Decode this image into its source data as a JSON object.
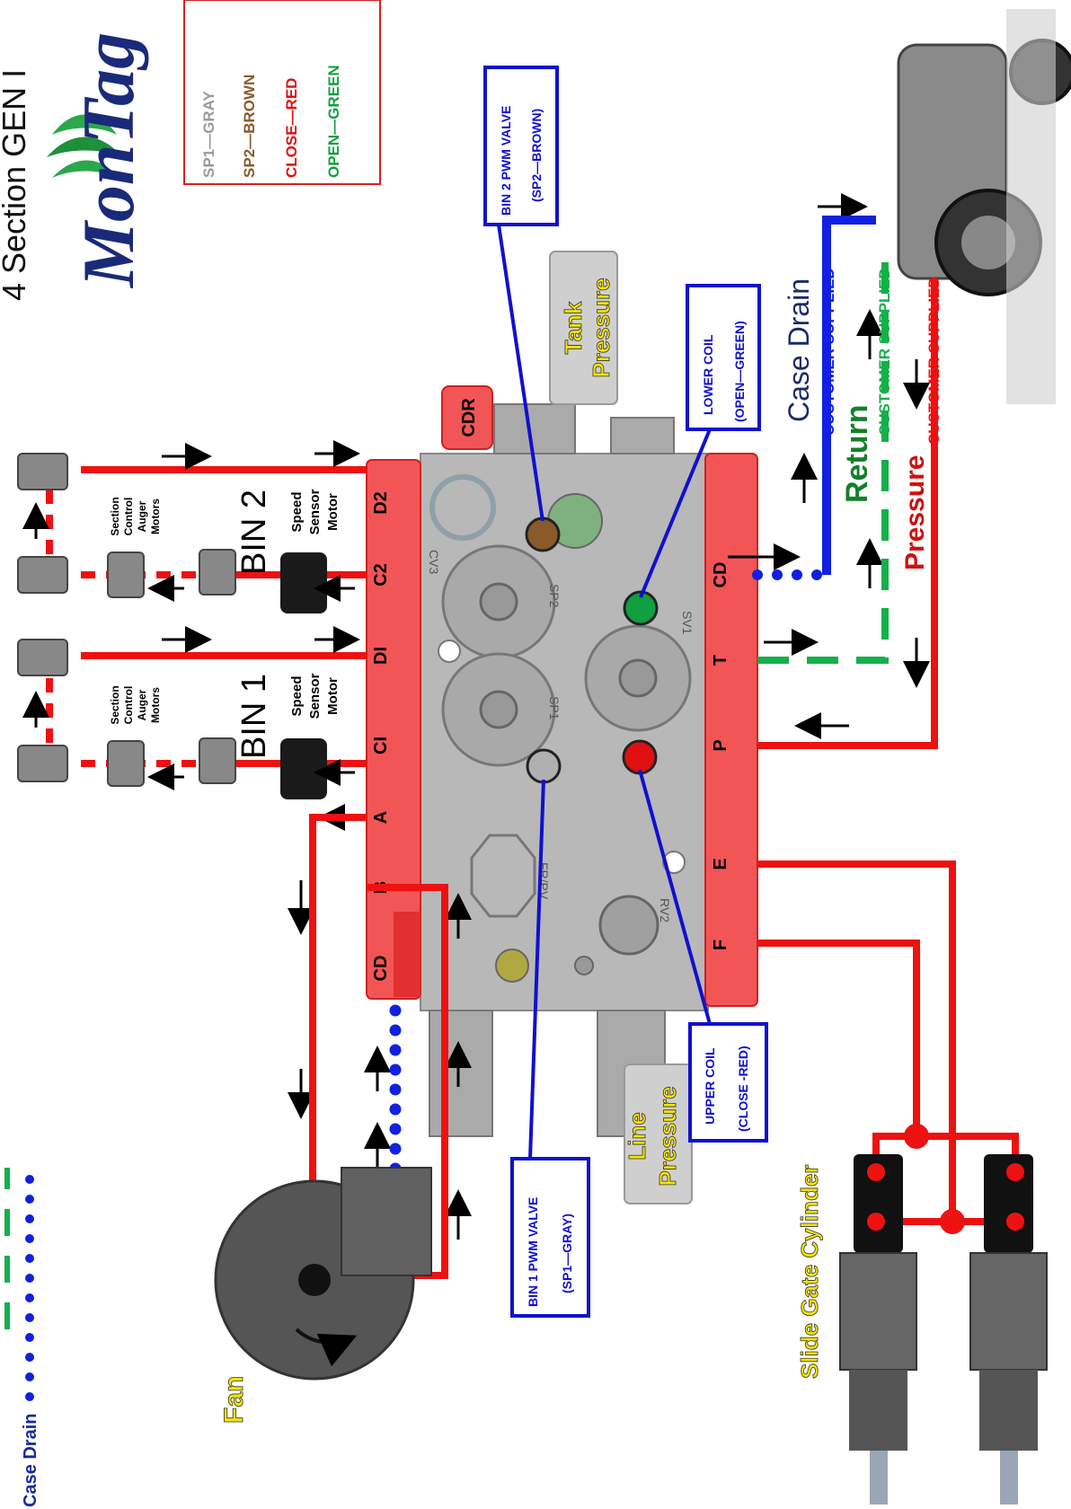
{
  "header": {
    "title": "4 Section GEN I",
    "logo_text": "MonTag"
  },
  "color_legend": {
    "items": [
      {
        "label": "SP1—GRAY",
        "color": "#9a9a9a"
      },
      {
        "label": "SP2—BROWN",
        "color": "#8b5a2b"
      },
      {
        "label": "CLOSE—RED",
        "color": "#e01010"
      },
      {
        "label": "OPEN—GREEN",
        "color": "#10a040"
      }
    ]
  },
  "line_legend": {
    "case_drain": "Case Drain"
  },
  "callouts": {
    "bin2_valve": {
      "line1": "BIN 2  PWM VALVE",
      "line2": "(SP2—BROWN)"
    },
    "lower_coil": {
      "line1": "LOWER COIL",
      "line2": "(OPEN—GREEN)"
    },
    "upper_coil": {
      "line1": "UPPER COIL",
      "line2": "(CLOSE -RED)"
    },
    "bin1_valve": {
      "line1": "BIN 1  PWM VALVE",
      "line2": "(SP1—GRAY)"
    }
  },
  "manifold": {
    "ports_left": [
      "D2",
      "C2",
      "DI",
      "CI",
      "A",
      "B",
      "CD"
    ],
    "ports_right": [
      "CD",
      "T",
      "P",
      "E",
      "F"
    ],
    "valve_labels": [
      "CV3",
      "SP2",
      "SV1",
      "SP1",
      "FR/PV",
      "RV2"
    ],
    "cdr": "CDR"
  },
  "labels": {
    "tank_pressure": [
      "Tank",
      "Pressure"
    ],
    "line_pressure": [
      "Line",
      "Pressure"
    ],
    "case_drain": "Case Drain",
    "return": "Return",
    "pressure": "Pressure",
    "customer_supplied": "CUSTOMER SUPPLIED",
    "bin1": "BIN 1",
    "bin2": "BIN 2",
    "section_motors": [
      "Section",
      "Control",
      "Auger",
      "Motors"
    ],
    "speed_sensor": [
      "Speed",
      "Sensor",
      "Motor"
    ],
    "fan": "Fan",
    "slide_gate": "Slide Gate Cylinder"
  },
  "colors": {
    "pressure": "#ee1111",
    "return": "#14b04a",
    "case_drain": "#1020e0",
    "manifold_band": "#f25555",
    "manifold_body": "#b8b8b8",
    "callout_border": "#1010d0",
    "yellow_label": "#f5e600"
  }
}
